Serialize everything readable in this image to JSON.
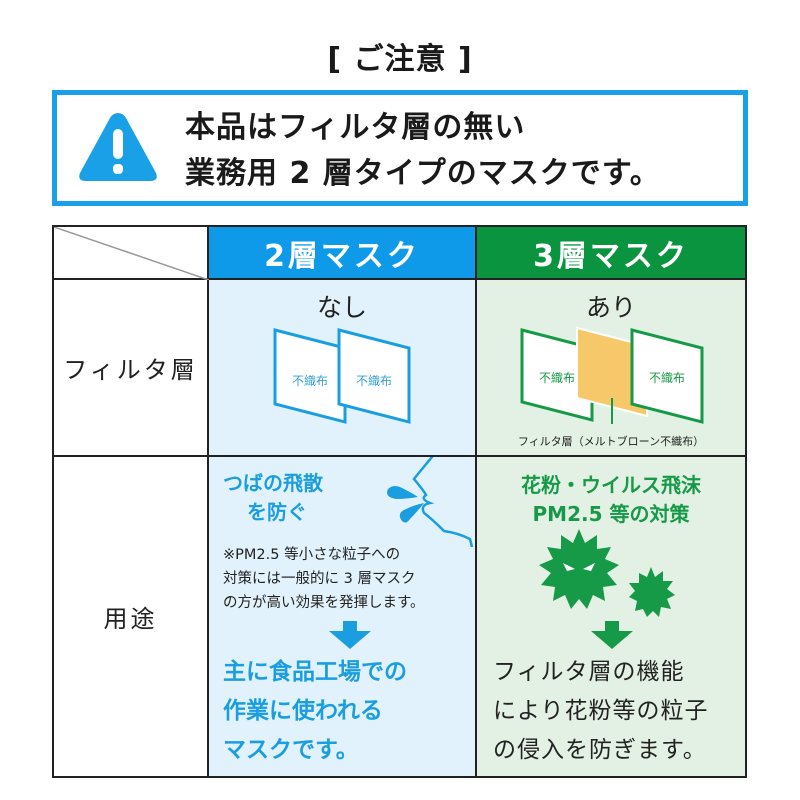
{
  "title": "[ ご注意 ]",
  "notice": {
    "icon": "warning-triangle-icon",
    "line1": "本品はフィルタ層の無い",
    "line2": "業務用 2 層タイプのマスクです。"
  },
  "table": {
    "headers": {
      "two_layer": "2層マスク",
      "three_layer": "3層マスク"
    },
    "rows": {
      "filter": {
        "label": "フィルタ層",
        "two_layer": {
          "value": "なし",
          "layers": [
            "不織布",
            "不織布"
          ]
        },
        "three_layer": {
          "value": "あり",
          "layers": [
            "不織布",
            "不織布"
          ],
          "caption": "フィルタ層（メルトブローン不織布）"
        }
      },
      "usage": {
        "label": "用途",
        "two_layer": {
          "headline_line1": "つばの飛散",
          "headline_line2": "を防ぐ",
          "note_line1": "※PM2.5 等小さな粒子への",
          "note_line2": "対策には一般的に 3 層マスク",
          "note_line3": "の方が高い効果を発揮します。",
          "body_line1": "主に食品工場での",
          "body_line2": "作業に使われる",
          "body_line3": "マスクです。"
        },
        "three_layer": {
          "headline_line1": "花粉・ウイルス飛沫",
          "headline_line2": "PM2.5 等の対策",
          "body_line1": "フィルタ層の機能",
          "body_line2": "により花粉等の粒子",
          "body_line3": "の侵入を防ぎます。"
        }
      }
    }
  },
  "colors": {
    "blue": "#0e9ae8",
    "blue_text": "#1a9ee0",
    "blue_bg": "#e2f2fc",
    "green": "#0a9440",
    "green_text": "#179a48",
    "green_bg": "#e3f1e4",
    "filter_orange": "#f7c86a"
  }
}
